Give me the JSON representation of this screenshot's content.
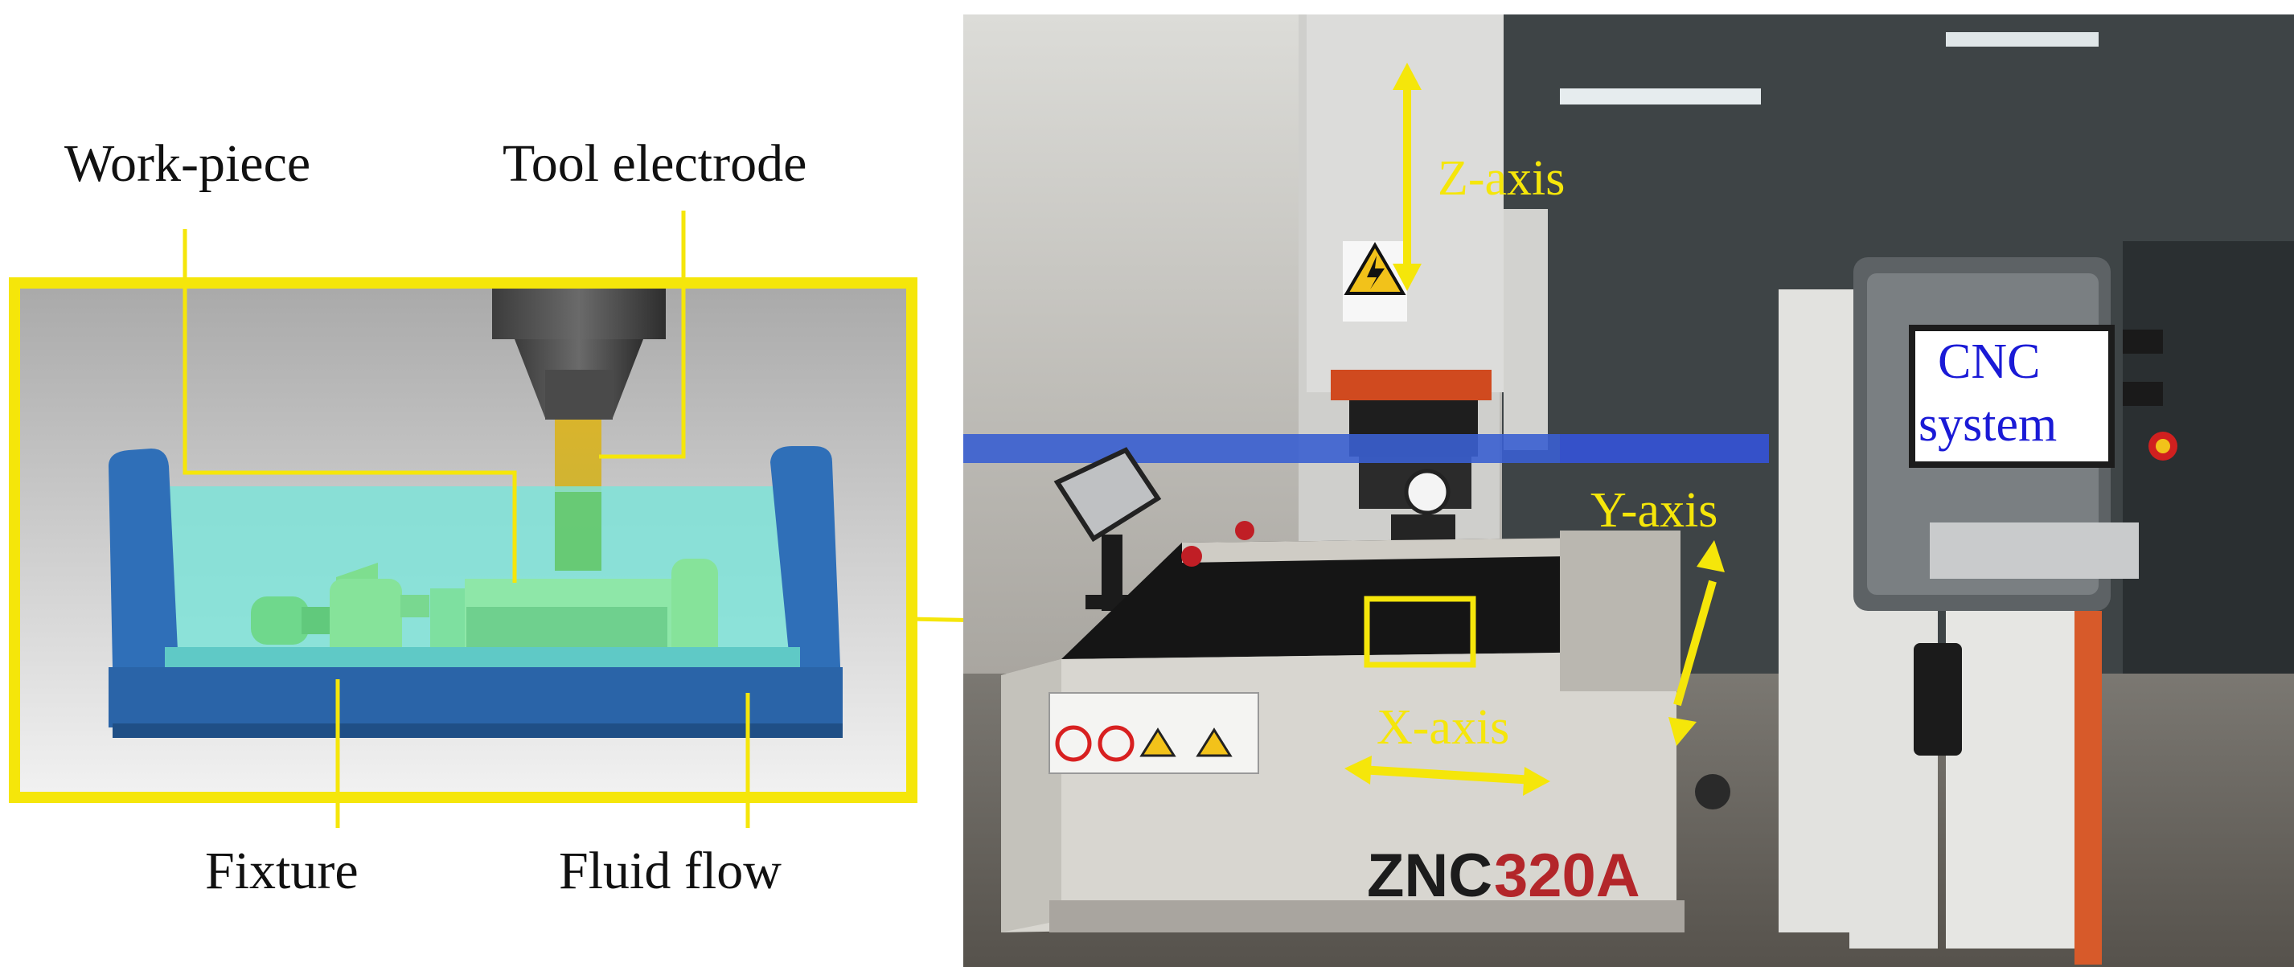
{
  "schematic": {
    "labels": {
      "workpiece": "Work-piece",
      "tool_electrode": "Tool electrode",
      "fixture": "Fixture",
      "fluid_flow": "Fluid flow"
    }
  },
  "photo": {
    "axes": {
      "z": "Z-axis",
      "y": "Y-axis",
      "x": "X-axis"
    },
    "cnc": {
      "line1": "CNC",
      "line2": "system"
    },
    "machine_model": {
      "prefix": "ZNC",
      "suffix": "320A"
    }
  },
  "colors": {
    "callout_yellow": "#f5e60a",
    "cnc_text_blue": "#1a1ad6",
    "tank_blue": "#2f6fb8",
    "fluid_cyan": "#7ee3d8",
    "fixture_green": "#7ede8f"
  }
}
